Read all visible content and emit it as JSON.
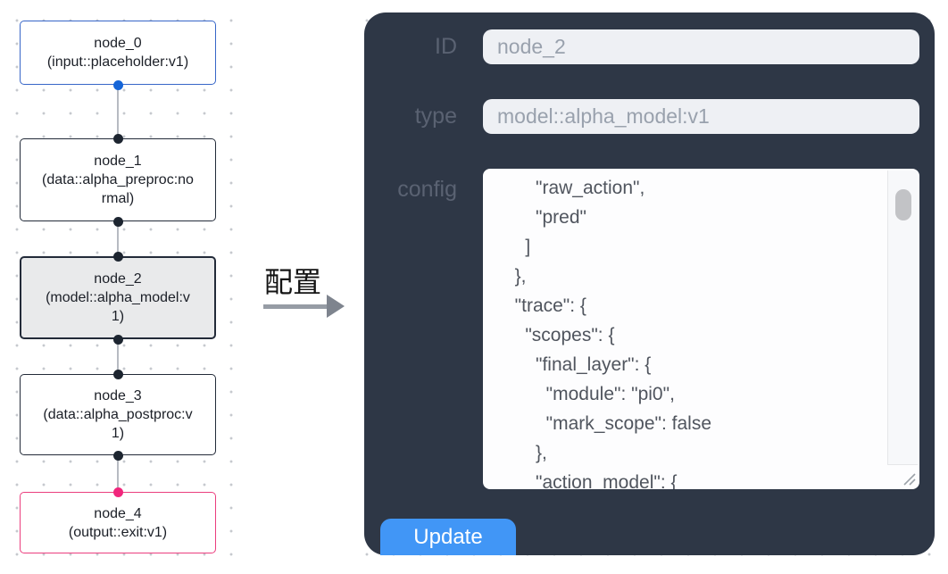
{
  "canvas": {
    "nodes": [
      {
        "label": "node_0",
        "type_text": "(input::placeholder:v1)"
      },
      {
        "label": "node_1",
        "type_text": "(data::alpha_preproc:normal)"
      },
      {
        "label": "node_2",
        "type_text": "(model::alpha_model:v1)"
      },
      {
        "label": "node_3",
        "type_text": "(data::alpha_postproc:v1)"
      },
      {
        "label": "node_4",
        "type_text": "(output::exit:v1)"
      }
    ]
  },
  "transfer": {
    "label": "配置"
  },
  "panel": {
    "id_label": "ID",
    "id_value": "node_2",
    "type_label": "type",
    "type_value": "model::alpha_model:v1",
    "config_label": "config",
    "config_value": "      \"raw_action\",\n      \"pred\"\n    ]\n  },\n  \"trace\": {\n    \"scopes\": {\n      \"final_layer\": {\n        \"module\": \"pi0\",\n        \"mark_scope\": false\n      },\n      \"action_model\": {",
    "update_label": "Update"
  },
  "colors": {
    "panel_bg": "#2e3746",
    "accent_blue": "#4196f6",
    "input_node_border": "#3766c8",
    "output_node_border": "#eb3e7e",
    "node_border": "#232b39",
    "selected_node_bg": "#e9eaeb",
    "handle_dark": "#1d2530",
    "handle_blue": "#1565d8",
    "handle_pink": "#f1267c",
    "edge": "#b7bbc2",
    "field_bg": "#eef0f4",
    "field_text": "#99a1ad",
    "label_text": "#5a6272",
    "config_text": "#50555e",
    "dot": "#c6c9ce"
  }
}
